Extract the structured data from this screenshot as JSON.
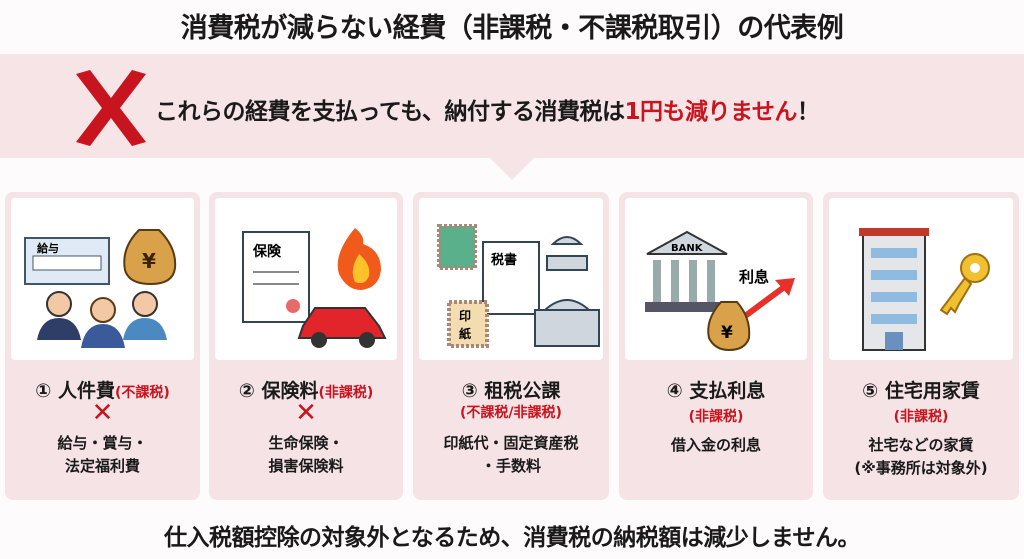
{
  "title": "消費税が減らない経費（非課税・不課税取引）の代表例",
  "banner": {
    "text_black": "これらの経費を支払っても、納付する消費税は",
    "text_red": "1円も減りません",
    "text_end": "！"
  },
  "cards": [
    {
      "title": "① 人件費",
      "tag": "(不課税)",
      "mark": "✕",
      "desc1": "給与・賞与・",
      "desc2": "法定福利費",
      "illus": [
        "給与",
        "¥"
      ]
    },
    {
      "title": "② 保険料",
      "tag": "(非課税)",
      "mark": "✕",
      "desc1": "生命保険・",
      "desc2": "損害保険料",
      "illus": [
        "保険"
      ]
    },
    {
      "title": "③ 租税公課",
      "tag": "(不課税/非課税)",
      "desc1": "印紙代・固定資産税",
      "desc2": "・手数料",
      "illus": [
        "税書",
        "印",
        "紙"
      ]
    },
    {
      "title": "④ 支払利息",
      "tag": "(非課税)",
      "desc1": "借入金の利息",
      "illus": [
        "BANK",
        "利息",
        "¥"
      ]
    },
    {
      "title": "⑤ 住宅用家賃",
      "tag": "(非課税)",
      "desc1": "社宅などの家賃",
      "desc2": "(※事務所は対象外)"
    }
  ],
  "footer": "仕入税額控除の対象外となるため、消費税の納税額は減少しません。",
  "colors": {
    "accent": "#c8141e",
    "banner": "#f6e4e6"
  }
}
